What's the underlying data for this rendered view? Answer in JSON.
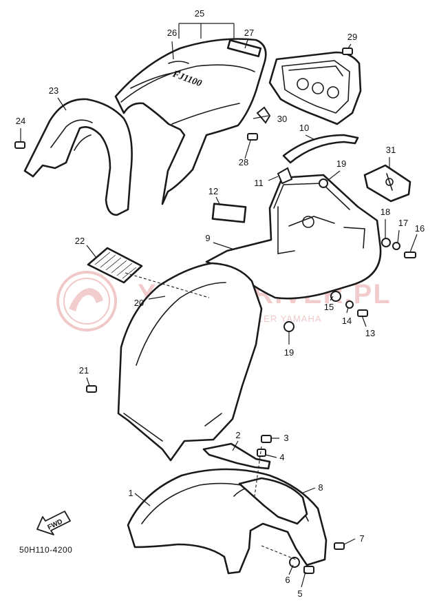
{
  "diagram": {
    "code_label": "50H110-4200",
    "fwd_label": "FWD",
    "seat_emblem": "FJ1100",
    "watermark": {
      "title": "YAMA-DRIVER.PL",
      "subtitle": "WOJCIECHOWICZ - DEALER YAMAHA"
    },
    "callouts": [
      {
        "id": "25",
        "label": "25"
      },
      {
        "id": "26",
        "label": "26"
      },
      {
        "id": "27",
        "label": "27"
      },
      {
        "id": "29",
        "label": "29"
      },
      {
        "id": "23",
        "label": "23"
      },
      {
        "id": "24",
        "label": "24"
      },
      {
        "id": "30",
        "label": "30"
      },
      {
        "id": "10",
        "label": "10"
      },
      {
        "id": "28",
        "label": "28"
      },
      {
        "id": "31",
        "label": "31"
      },
      {
        "id": "11",
        "label": "11"
      },
      {
        "id": "19a",
        "label": "19"
      },
      {
        "id": "12",
        "label": "12"
      },
      {
        "id": "18",
        "label": "18"
      },
      {
        "id": "17",
        "label": "17"
      },
      {
        "id": "16",
        "label": "16"
      },
      {
        "id": "22",
        "label": "22"
      },
      {
        "id": "9",
        "label": "9"
      },
      {
        "id": "20",
        "label": "20"
      },
      {
        "id": "15",
        "label": "15"
      },
      {
        "id": "14",
        "label": "14"
      },
      {
        "id": "13",
        "label": "13"
      },
      {
        "id": "19b",
        "label": "19"
      },
      {
        "id": "21",
        "label": "21"
      },
      {
        "id": "2",
        "label": "2"
      },
      {
        "id": "3",
        "label": "3"
      },
      {
        "id": "4",
        "label": "4"
      },
      {
        "id": "1",
        "label": "1"
      },
      {
        "id": "8",
        "label": "8"
      },
      {
        "id": "7",
        "label": "7"
      },
      {
        "id": "6",
        "label": "6"
      },
      {
        "id": "5",
        "label": "5"
      }
    ]
  }
}
